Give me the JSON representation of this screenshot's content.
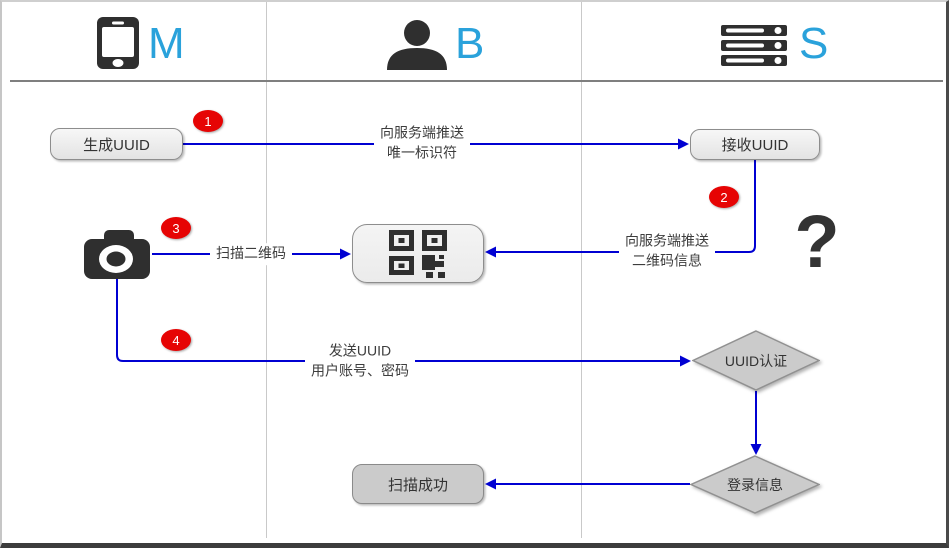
{
  "colors": {
    "lane_letter_blue": "#2aa2db",
    "flow_line_blue": "#0000d2",
    "badge_red": "#e60404",
    "icon_dark": "#2f2f2f",
    "node_border": "#8d8d8d"
  },
  "header": {
    "columns": [
      {
        "letter": "M",
        "icon": "smartphone-icon"
      },
      {
        "letter": "B",
        "icon": "user-icon"
      },
      {
        "letter": "S",
        "icon": "server-icon"
      }
    ]
  },
  "nodes": {
    "generate_uuid": "生成UUID",
    "receive_uuid": "接收UUID",
    "uuid_auth": "UUID认证",
    "login_info": "登录信息",
    "scan_success": "扫描成功",
    "question_mark": "?"
  },
  "edges": {
    "push_uuid": {
      "line1": "向服务端推送",
      "line2": "唯一标识符"
    },
    "push_qr": {
      "line1": "向服务端推送",
      "line2": "二维码信息"
    },
    "scan_qr": {
      "line1": "扫描二维码"
    },
    "send_uuid": {
      "line1": "发送UUID",
      "line2": "用户账号、密码"
    }
  },
  "badges": {
    "b1": "1",
    "b2": "2",
    "b3": "3",
    "b4": "4"
  }
}
